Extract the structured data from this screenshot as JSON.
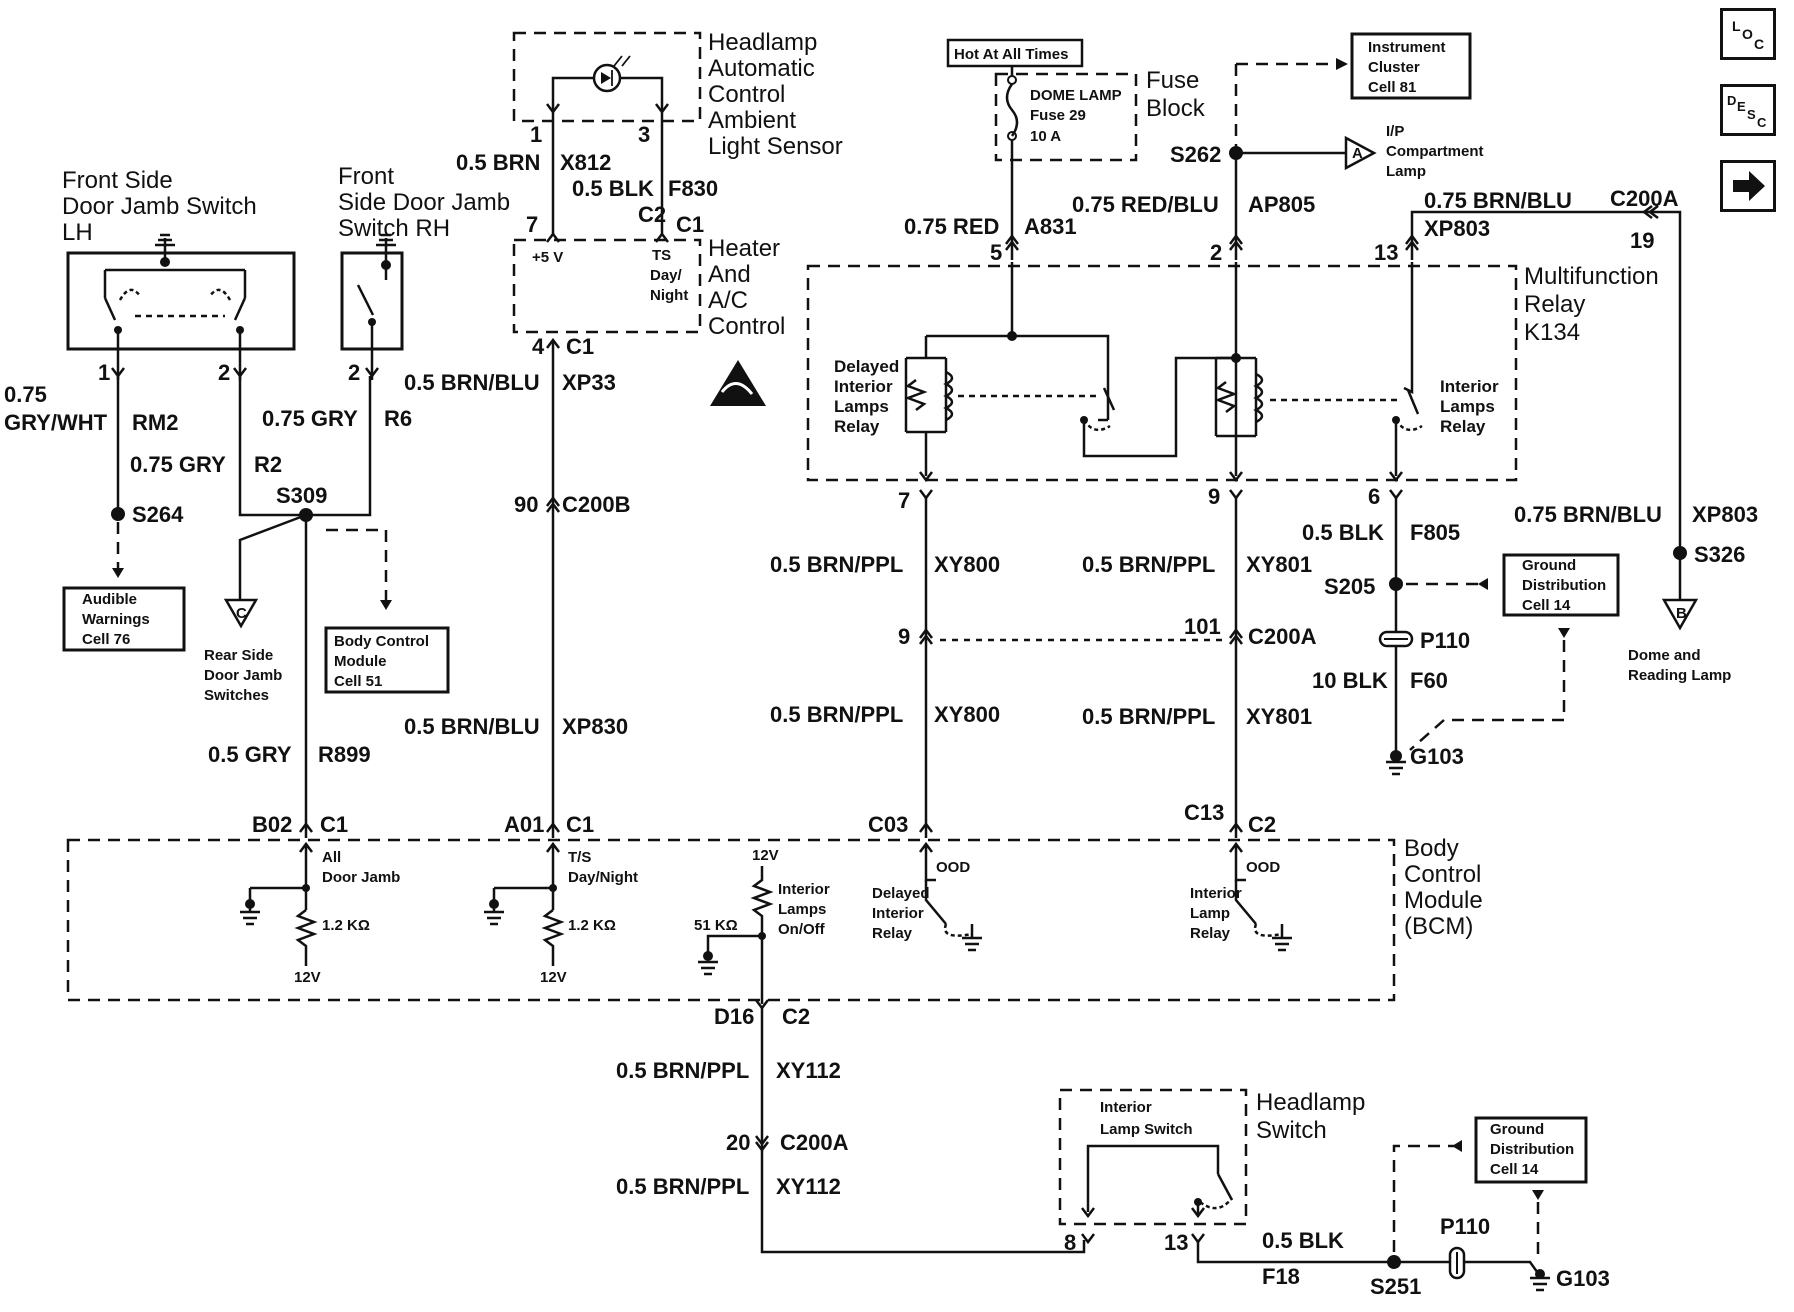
{
  "nav": {
    "loc_label": "LOC",
    "desc_label": "DESC",
    "next_icon": "arrow-right-icon"
  },
  "components": {
    "jamb_lh": [
      "Front Side",
      "Door Jamb Switch",
      "LH"
    ],
    "jamb_rh": [
      "Front",
      "Side Door Jamb",
      "Switch RH"
    ],
    "headlamp_sensor": [
      "Headlamp",
      "Automatic",
      "Control",
      "Ambient",
      "Light Sensor"
    ],
    "hvac": [
      "Heater",
      "And",
      "A/C",
      "Control"
    ],
    "fuse_block": [
      "Fuse",
      "Block"
    ],
    "hot": "Hot At All Times",
    "fuse": [
      "DOME LAMP",
      "Fuse 29",
      "10 A"
    ],
    "instrument_cluster": [
      "Instrument",
      "Cluster",
      "Cell 81"
    ],
    "ip_lamp": [
      "I/P",
      "Compartment",
      "Lamp"
    ],
    "mfr": [
      "Multifunction",
      "Relay",
      "K134"
    ],
    "delayed_relay": [
      "Delayed",
      "Interior",
      "Lamps",
      "Relay"
    ],
    "interior_relay": [
      "Interior",
      "Lamps",
      "Relay"
    ],
    "audible": [
      "Audible",
      "Warnings",
      "Cell 76"
    ],
    "bcm_ref": [
      "Body Control",
      "Module",
      "Cell 51"
    ],
    "rear_jamb": [
      "Rear Side",
      "Door Jamb",
      "Switches"
    ],
    "ground_dist_1": [
      "Ground",
      "Distribution",
      "Cell 14"
    ],
    "ground_dist_2": [
      "Ground",
      "Distribution",
      "Cell 14"
    ],
    "dome": [
      "Dome and",
      "Reading Lamp"
    ],
    "bcm": [
      "Body",
      "Control",
      "Module",
      "(BCM)"
    ],
    "bcm_all_door": [
      "All",
      "Door Jamb"
    ],
    "bcm_ts": [
      "T/S",
      "Day/Night"
    ],
    "bcm_interior_onoff": [
      "Interior",
      "Lamps",
      "On/Off"
    ],
    "bcm_delayed": [
      "Delayed",
      "Interior",
      "Relay"
    ],
    "bcm_interior_lamp": [
      "Interior",
      "Lamp",
      "Relay"
    ],
    "headlamp_switch": [
      "Headlamp",
      "Switch"
    ],
    "interior_lamp_switch": [
      "Interior",
      "Lamp Switch"
    ],
    "hvac_5v": "+5 V",
    "hvac_ts": [
      "TS",
      "Day/",
      "Night"
    ],
    "r1": "1.2 KΩ",
    "r2": "1.2 KΩ",
    "r3": "51 KΩ",
    "v12_a": "12V",
    "v12_b": "12V",
    "v12_c": "12V",
    "ood_1": "OOD",
    "ood_2": "OOD",
    "conn_a": "A",
    "conn_b": "B",
    "conn_c": "C"
  },
  "wires": {
    "w1": "0.75",
    "w1b": "GRY/WHT",
    "w1c": "RM2",
    "w2": "0.75 GRY",
    "w2c": "R2",
    "w3": "0.75 GRY",
    "w3c": "R6",
    "w4": "0.5 GRY",
    "w4c": "R899",
    "w5": "0.5 BRN",
    "w5c": "X812",
    "w6": "0.5 BLK",
    "w6c": "F830",
    "w7": "0.5 BRN/BLU",
    "w7c": "XP33",
    "w8": "0.5 BRN/BLU",
    "w8c": "XP830",
    "w9": "0.75 RED",
    "w9c": "A831",
    "w10": "0.75 RED/BLU",
    "w10c": "AP805",
    "w11": "0.75 BRN/BLU",
    "w11c": "XP803",
    "w12": "0.75 BRN/BLU",
    "w12c": "XP803",
    "w13": "0.5 BRN/PPL",
    "w13c": "XY800",
    "w14": "0.5 BRN/PPL",
    "w14c": "XY800",
    "w15": "0.5 BRN/PPL",
    "w15c": "XY801",
    "w16": "0.5 BRN/PPL",
    "w16c": "XY801",
    "w17": "0.5 BLK",
    "w17c": "F805",
    "w18": "10 BLK",
    "w18c": "F60",
    "w19": "0.5 BRN/PPL",
    "w19c": "XY112",
    "w20": "0.5 BRN/PPL",
    "w20c": "XY112",
    "w21": "0.5 BLK",
    "w21c": "F18"
  },
  "splices": {
    "s264": "S264",
    "s309": "S309",
    "s262": "S262",
    "s205": "S205",
    "s326": "S326",
    "s251": "S251",
    "p110a": "P110",
    "p110b": "P110",
    "g103a": "G103",
    "g103b": "G103"
  },
  "pins": {
    "p_lh": "1",
    "p_lh2": "2",
    "p_rh": "2",
    "p_hs1": "1",
    "p_hs3": "3",
    "p_c7": "7",
    "p_c2": "C2",
    "p_c1": "C1",
    "p_c4": "4",
    "p_c1b": "C1",
    "p_90": "90",
    "p_c200b": "C200B",
    "p_5": "5",
    "p_2": "2",
    "p_13": "13",
    "p_c200a": "C200A",
    "p_19": "19",
    "p_7": "7",
    "p_9": "9",
    "p_6": "6",
    "p_9b": "9",
    "p_101": "101",
    "p_c200a2": "C200A",
    "p_b02": "B02",
    "p_c1c": "C1",
    "p_a01": "A01",
    "p_c1d": "C1",
    "p_c03": "C03",
    "p_c13": "C13",
    "p_d16": "D16",
    "p_c2b": "C2",
    "p_20": "20",
    "p_c200a3": "C200A",
    "p_8": "8",
    "p_13b": "13"
  }
}
